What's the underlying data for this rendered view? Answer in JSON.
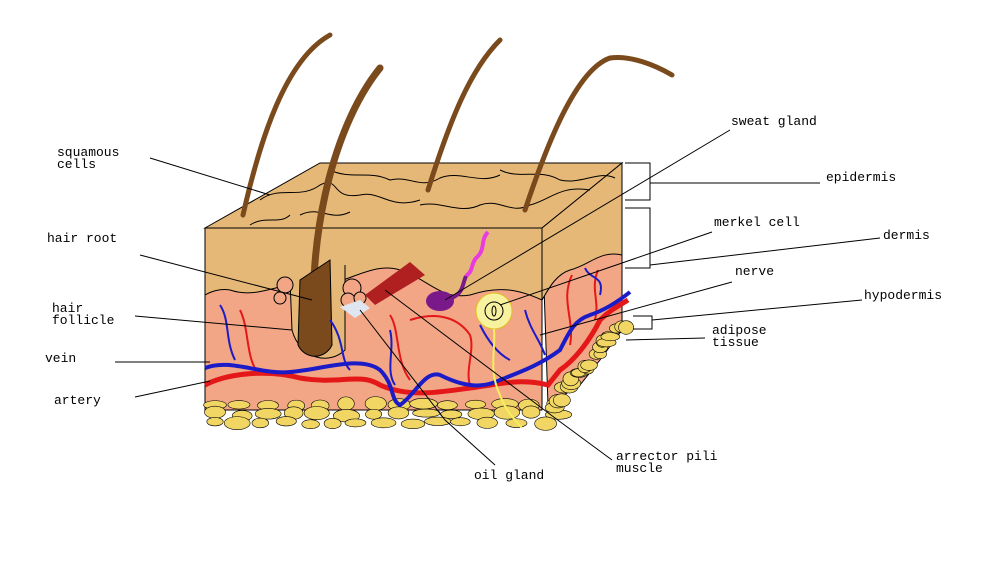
{
  "title": "Skin cross-section diagram",
  "labels": {
    "squamous_cells": [
      "squamous",
      "cells"
    ],
    "hair_root": "hair root",
    "hair_follicle": [
      "hair",
      "follicle"
    ],
    "vein": "vein",
    "artery": "artery",
    "sweat_gland": "sweat gland",
    "epidermis": "epidermis",
    "merkel_cell": "merkel cell",
    "dermis": "dermis",
    "nerve": "nerve",
    "hypodermis": "hypodermis",
    "adipose_tissue": [
      "adipose",
      "tissue"
    ],
    "arrector_pili_muscle": [
      "arrector pili",
      "muscle"
    ],
    "oil_gland": "oil gland"
  },
  "colors": {
    "epidermis": "#e6b877",
    "dermis": "#f3a686",
    "fat": "#f2d664",
    "hair": "#7a4a1c",
    "vein": "#1b1bc8",
    "artery": "#e41818",
    "sweat_gland": "#7a1a8a",
    "sweat_duct": "#e83ce0",
    "nerve": "#f5ef60",
    "muscle": "#b02020"
  }
}
